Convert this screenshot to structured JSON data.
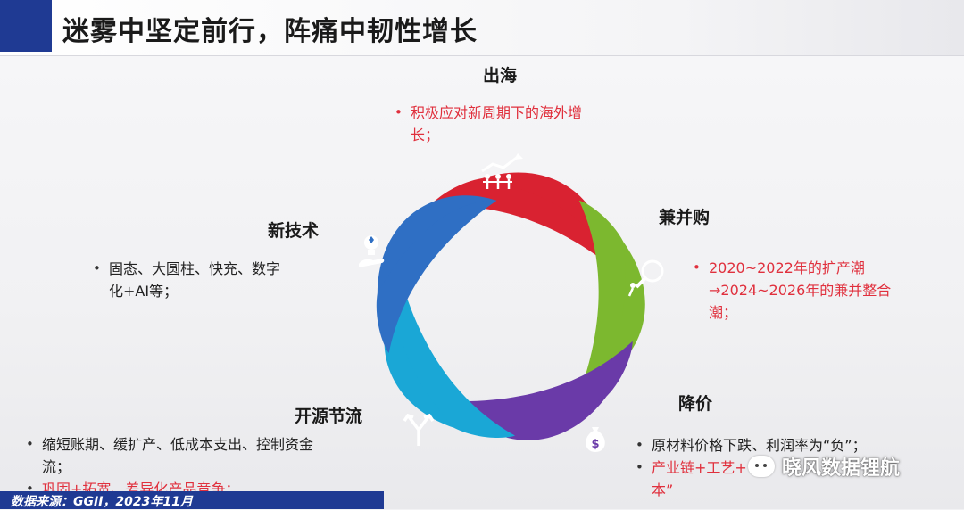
{
  "title": "迷雾中坚定前行，阵痛中韧性增长",
  "colors": {
    "brand_blue": "#1f3a93",
    "red_petal": "#d92231",
    "green_petal": "#7cb82f",
    "purple_petal": "#6a3aa8",
    "cyan_petal": "#1aa7d6",
    "blue_petal": "#2f6fc4",
    "highlight_red": "#e0303d"
  },
  "sections": {
    "chuhai": {
      "title": "出海",
      "icon": "growth-people-icon",
      "bullets": [
        "积极应对新周期下的海外增",
        "长；"
      ]
    },
    "jianbinggou": {
      "title": "兼并购",
      "icon": "magnifier-person-icon",
      "bullets": [
        "2020~2022年的扩产潮",
        "→2024~2026年的兼并整合",
        "潮；"
      ]
    },
    "jiangjia": {
      "title": "降价",
      "icon": "money-bag-icon",
      "bullets": [
        "原材料价格下跌、利润率为“负”；",
        "产业链+工艺+",
        "本”"
      ]
    },
    "kaiyuan": {
      "title": "开源节流",
      "icon": "fork-arrows-icon",
      "bullets": [
        "缩短账期、缓扩产、低成本支出、控制资金",
        "流；",
        "巩固+拓宽、差异化产品竞争；"
      ]
    },
    "xinjishu": {
      "title": "新技术",
      "icon": "lightbulb-hand-icon",
      "bullets": [
        "固态、大圆柱、快充、数字",
        "化+AI等；"
      ]
    }
  },
  "source": "数据来源：GGII，2023年11月",
  "watermark": "晓风数据锂航"
}
